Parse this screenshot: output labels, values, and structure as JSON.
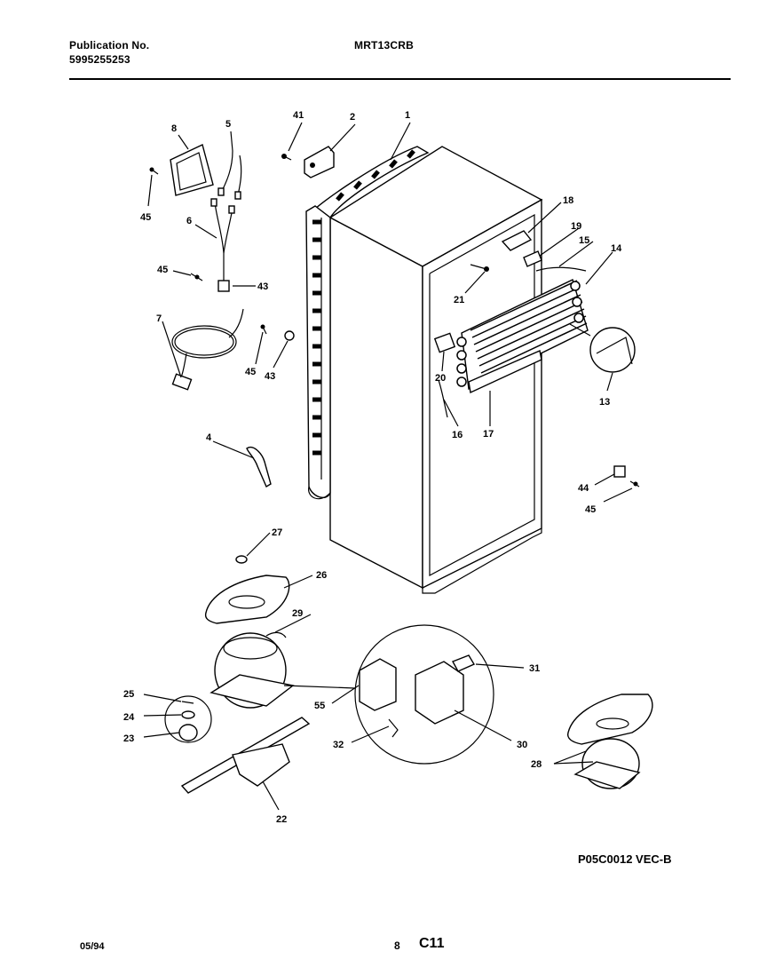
{
  "header": {
    "publication_label": "Publication No.",
    "publication_number": "5995255253",
    "model": "MRT13CRB"
  },
  "diagram_code": "P05C0012 VEC-B",
  "footer": {
    "date": "05/94",
    "page_number": "8",
    "section": "C11"
  },
  "callouts": {
    "c1": "1",
    "c2": "2",
    "c41": "41",
    "c5": "5",
    "c8": "8",
    "c45a": "45",
    "c6": "6",
    "c45b": "45",
    "c43a": "43",
    "c7": "7",
    "c45c": "45",
    "c43b": "43",
    "c4": "4",
    "c18": "18",
    "c19": "19",
    "c15": "15",
    "c14": "14",
    "c21": "21",
    "c20": "20",
    "c16": "16",
    "c17": "17",
    "c13": "13",
    "c44": "44",
    "c45d": "45",
    "c27": "27",
    "c26": "26",
    "c29": "29",
    "c25": "25",
    "c24": "24",
    "c23": "23",
    "c55": "55",
    "c31": "31",
    "c32": "32",
    "c30": "30",
    "c28": "28",
    "c22": "22"
  }
}
